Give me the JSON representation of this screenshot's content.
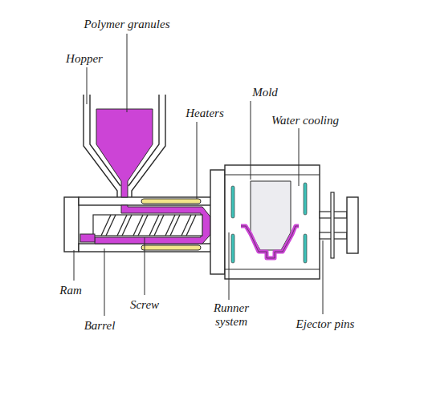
{
  "diagram": {
    "labels": [
      "Polymer granules",
      "Hopper",
      "Heaters",
      "Mold",
      "Water cooling",
      "Ram",
      "Screw",
      "Barrel",
      "Runner system",
      "Ejector pins"
    ]
  }
}
